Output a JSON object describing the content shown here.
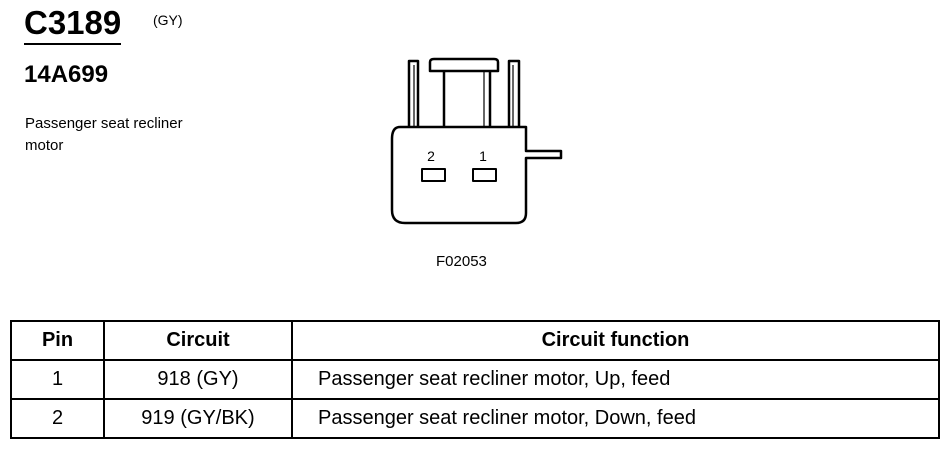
{
  "header": {
    "connector_id": "C3189",
    "color_code": "(GY)",
    "part_number": "14A699",
    "description": "Passenger seat recliner motor"
  },
  "diagram": {
    "pin_labels": [
      "2",
      "1"
    ],
    "figure_id": "F02053"
  },
  "table": {
    "headers": [
      "Pin",
      "Circuit",
      "Circuit function"
    ],
    "rows": [
      {
        "pin": "1",
        "circuit": "918 (GY)",
        "function": "Passenger seat recliner motor, Up, feed"
      },
      {
        "pin": "2",
        "circuit": "919 (GY/BK)",
        "function": "Passenger seat recliner motor, Down, feed"
      }
    ]
  }
}
